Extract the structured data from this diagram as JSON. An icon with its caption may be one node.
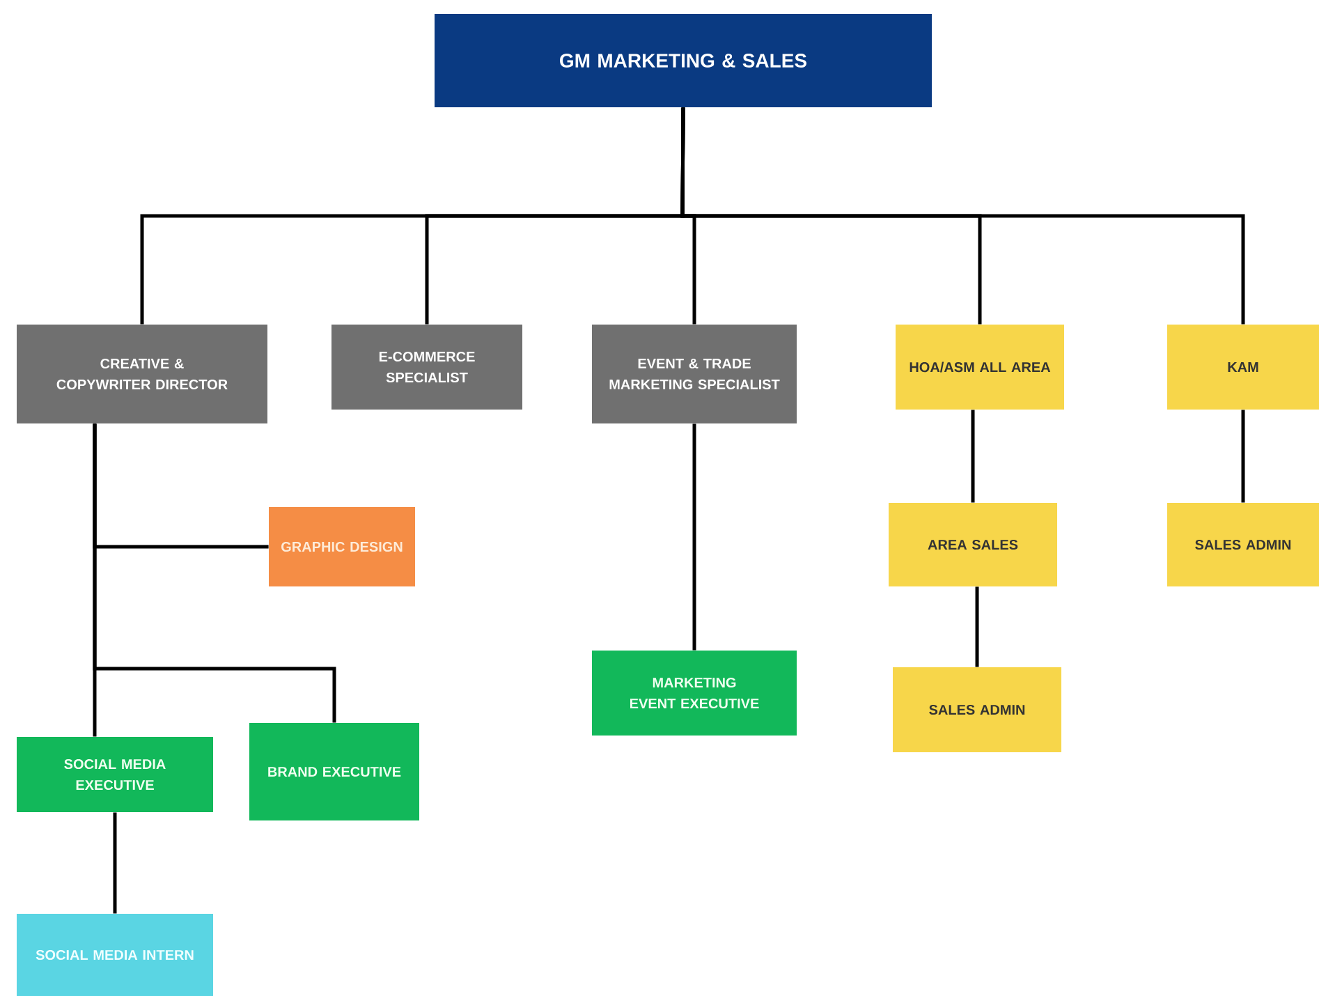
{
  "diagram": {
    "nodes": [
      {
        "text": [
          "GM MARKETING & SALES"
        ]
      },
      {
        "text": [
          "CREATIVE & COPYWRITER DIRECTOR"
        ]
      },
      {
        "text": [
          "E-COMMERCE SPECIALIST"
        ]
      },
      {
        "text": [
          "EVENT & TRADE MARKETING SPECIALIST"
        ]
      },
      {
        "text": [
          "HOA/ASM ALL AREA"
        ]
      },
      {
        "text": [
          "KAM"
        ]
      },
      {
        "text": [
          "GRAPHIC DESIGN"
        ]
      },
      {
        "text": [
          "MARKETING EVENT EXECUTIVE"
        ]
      },
      {
        "text": [
          "AREA SALES"
        ]
      },
      {
        "text": [
          "SALES ADMIN"
        ]
      },
      {
        "text": [
          "SALES ADMIN"
        ]
      },
      {
        "text": [
          "SOCIAL MEDIA EXECUTIVE"
        ]
      },
      {
        "text": [
          "BRAND EXECUTIVE"
        ]
      },
      {
        "text": [
          "SOCIAL MEDIA INTERN"
        ]
      }
    ],
    "edges": [
      {
        "from": 0,
        "to": 1,
        "arrow": "none"
      },
      {
        "from": 0,
        "to": 2,
        "arrow": "none"
      },
      {
        "from": 0,
        "to": 3,
        "arrow": "none"
      },
      {
        "from": 0,
        "to": 4,
        "arrow": "none"
      },
      {
        "from": 0,
        "to": 5,
        "arrow": "none"
      },
      {
        "from": 1,
        "to": 6,
        "arrow": "none"
      },
      {
        "from": 1,
        "to": 12,
        "arrow": "none"
      },
      {
        "from": 1,
        "to": 11,
        "arrow": "none"
      },
      {
        "from": 11,
        "to": 13,
        "arrow": "none"
      },
      {
        "from": 3,
        "to": 7,
        "arrow": "none"
      },
      {
        "from": 4,
        "to": 8,
        "arrow": "none"
      },
      {
        "from": 8,
        "to": 10,
        "arrow": "none"
      },
      {
        "from": 5,
        "to": 9,
        "arrow": "none"
      }
    ]
  }
}
